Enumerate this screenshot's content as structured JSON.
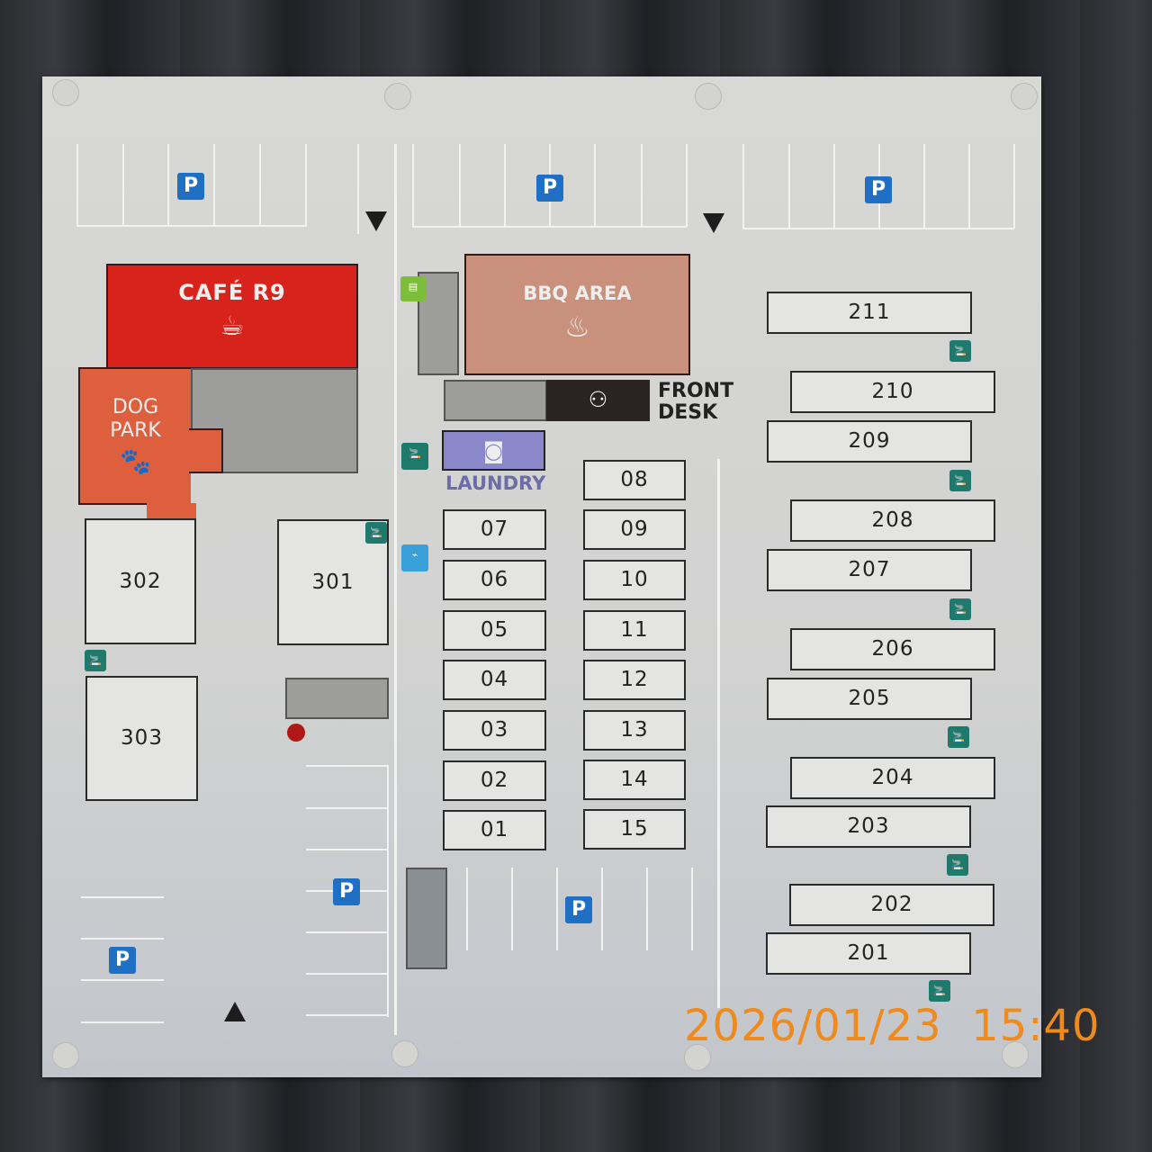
{
  "places": {
    "cafe": {
      "name": "CAFÉ R9",
      "icon": "coffee-cup-icon",
      "color": "#d8231c"
    },
    "dog_park": {
      "line1": "DOG",
      "line2": "PARK",
      "icon": "paw-icon",
      "color": "#dd5f3e"
    },
    "bbq": {
      "name": "BBQ AREA",
      "icon": "grill-icon",
      "color": "#c9917b"
    },
    "front_desk": {
      "line1": "FRONT",
      "line2": "DESK",
      "icon": "reception-icon"
    },
    "laundry": {
      "name": "LAUNDRY",
      "icon": "washing-machine-icon",
      "color": "#8a88c8"
    }
  },
  "parking_label": "P",
  "units_left_col": [
    "07",
    "06",
    "05",
    "04",
    "03",
    "02",
    "01"
  ],
  "units_right_col": [
    "08",
    "09",
    "10",
    "11",
    "12",
    "13",
    "14",
    "15"
  ],
  "units_200": [
    "211",
    "210",
    "209",
    "208",
    "207",
    "206",
    "205",
    "204",
    "203",
    "202",
    "201"
  ],
  "units_300": [
    "302",
    "301",
    "303"
  ],
  "timestamp": "2026/01/23  15:40",
  "colors": {
    "parking": "#1f6fc4",
    "smoking": "#1f7a6e",
    "vending": "#7cbd3a",
    "shower": "#3aa0d8",
    "timestamp": "#f08a1c"
  }
}
